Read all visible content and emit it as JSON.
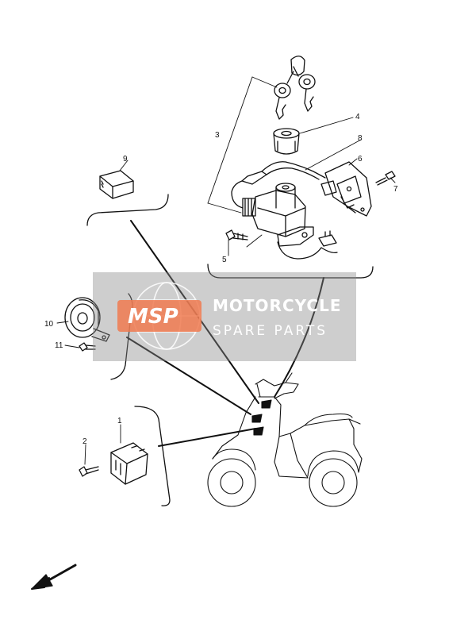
{
  "callouts": {
    "c1": "1",
    "c2": "2",
    "c3": "3",
    "c4": "4",
    "c5": "5",
    "c6": "6",
    "c7": "7",
    "c8": "8",
    "c9": "9",
    "c10": "10",
    "c11": "11"
  },
  "watermark": {
    "logo": "MSP",
    "title": "MOTORCYCLE",
    "subtitle": "SPARE PARTS",
    "bar_color": "#8a8a8a",
    "logo_color": "#f07a50"
  },
  "icons": {
    "direction": "front-arrow-icon"
  }
}
